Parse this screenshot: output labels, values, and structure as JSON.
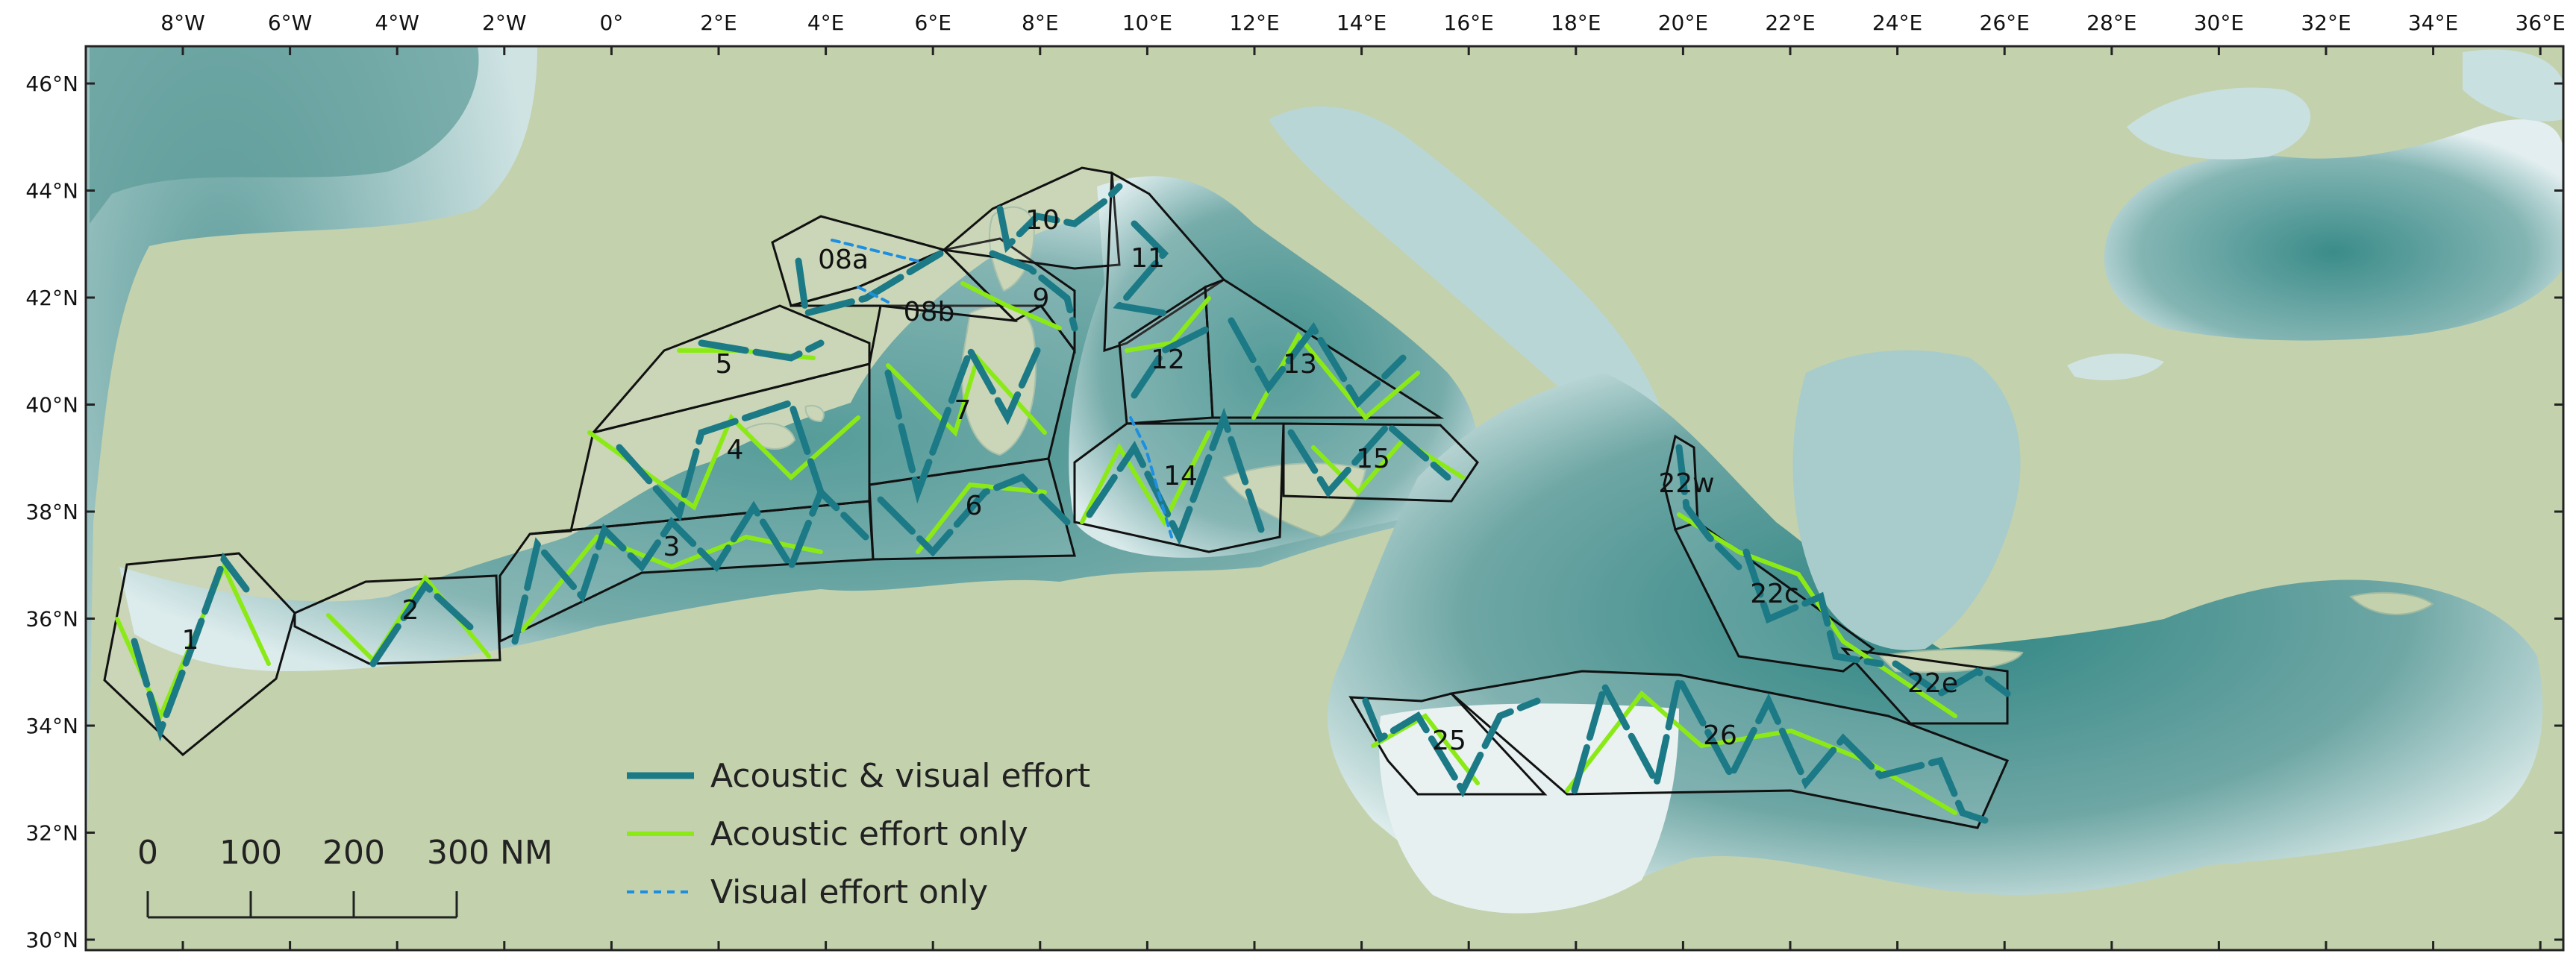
{
  "map": {
    "colors": {
      "land": "#c3d1ad",
      "sea_deep": "#2f8786",
      "sea_mid": "#6ea8a6",
      "sea_shallow": "#e4eff0",
      "acoustic_visual": "#1b7a86",
      "acoustic_only": "#8bea16",
      "visual_only": "#1e8fe0",
      "block_outline": "#111111"
    },
    "lon_ticks": [
      "8°W",
      "6°W",
      "4°W",
      "2°W",
      "0°",
      "2°E",
      "4°E",
      "6°E",
      "8°E",
      "10°E",
      "12°E",
      "14°E",
      "16°E",
      "18°E",
      "20°E",
      "22°E",
      "24°E",
      "26°E",
      "28°E",
      "30°E",
      "32°E",
      "34°E",
      "36°E"
    ],
    "lat_ticks": [
      "46°N",
      "44°N",
      "42°N",
      "40°N",
      "38°N",
      "36°N",
      "34°N",
      "32°N",
      "30°N"
    ],
    "blocks": [
      "1",
      "2",
      "3",
      "4",
      "5",
      "6",
      "7",
      "08a",
      "08b",
      "9",
      "10",
      "11",
      "12",
      "13",
      "14",
      "15",
      "22w",
      "22c",
      "22e",
      "25",
      "26"
    ],
    "legend": [
      {
        "label": "Acoustic & visual effort",
        "style": "acoustic_visual"
      },
      {
        "label": "Acoustic effort only",
        "style": "acoustic_only"
      },
      {
        "label": "Visual effort only",
        "style": "visual_only"
      }
    ],
    "scale_bar": {
      "labels": [
        "0",
        "100",
        "200",
        "300 NM"
      ]
    }
  }
}
